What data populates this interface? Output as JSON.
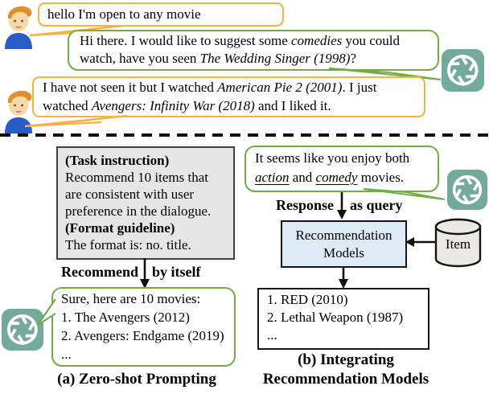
{
  "colors": {
    "user_bubble": "#F3B33D",
    "bot_bubble": "#70AD47",
    "chatgpt_bg": "#74AA9C",
    "prompt_box_bg": "#E7E6E6",
    "prompt_box_border": "#404040",
    "model_box_bg": "#DEEBF6",
    "box_border": "#141414",
    "cylinder_bg": "#E9E8E4"
  },
  "dialogue": {
    "turn1": {
      "text": "hello I'm open to any movie"
    },
    "turn2": {
      "p1": "Hi there. I would like to suggest some ",
      "p2": "comedies",
      "p3": " you could watch, have you seen ",
      "p4": "The Wedding Singer (1998)",
      "p5": "?"
    },
    "turn3": {
      "p1": "I have not seen it but I watched ",
      "p2": "American Pie 2 (2001)",
      "p3": ". I just watched ",
      "p4": "Avengers: Infinity War (2018)",
      "p5": " and I liked it."
    }
  },
  "zero_shot": {
    "prompt": {
      "label1": "(Task instruction)",
      "body1": "Recommend 10 items that are consistent with user preference in the dialogue.",
      "label2": "(Format guideline)",
      "body2": "The format is: no. title."
    },
    "arrow_label_left": "Recommend",
    "arrow_label_right": "by itself",
    "response": {
      "line1": "Sure, here are 10 movies:",
      "line2": "1. The Avengers (2012)",
      "line3": "2. Avengers: Endgame (2019) ..."
    },
    "caption": "(a) Zero-shot Prompting"
  },
  "integrated": {
    "bubble": {
      "p1": "It seems like you enjoy both ",
      "p2": "action",
      "p3": " and ",
      "p4": "comedy",
      "p5": " movies."
    },
    "arrow_label_left": "Response",
    "arrow_label_right": "as query",
    "model_box": "Recommendation Models",
    "item_label": "Item",
    "results": {
      "line1": "1. RED (2010)",
      "line2": "2. Lethal Weapon (1987)",
      "line3": "..."
    },
    "caption_line1": "(b) Integrating",
    "caption_line2": "Recommendation Models"
  }
}
